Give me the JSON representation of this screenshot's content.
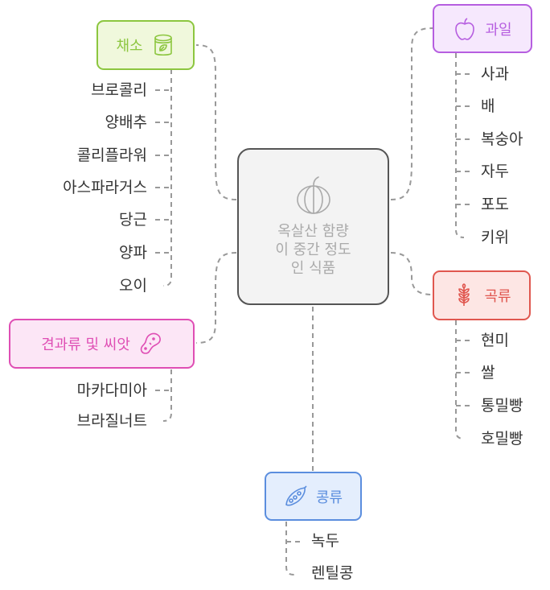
{
  "center": {
    "lines": [
      "옥살산 함량",
      "이 중간 정도",
      "인 식품"
    ],
    "icon": "pumpkin-icon"
  },
  "categories": {
    "vegetables": {
      "label": "채소",
      "icon": "can-icon",
      "color": "#8cc63f",
      "fill": "#f0f8dc",
      "items": [
        "브로콜리",
        "양배추",
        "콜리플라워",
        "아스파라거스",
        "당근",
        "양파",
        "오이"
      ]
    },
    "fruits": {
      "label": "과일",
      "icon": "apple-icon",
      "color": "#b65ee0",
      "fill": "#f6e8fd",
      "items": [
        "사과",
        "배",
        "복숭아",
        "자두",
        "포도",
        "키위"
      ]
    },
    "grains": {
      "label": "곡류",
      "icon": "wheat-icon",
      "color": "#e0574f",
      "fill": "#fde6e4",
      "items": [
        "현미",
        "쌀",
        "통밀빵",
        "호밀빵"
      ]
    },
    "nuts": {
      "label": "견과류 및 씨앗",
      "icon": "peanut-icon",
      "color": "#df4eb4",
      "fill": "#fce6f6",
      "items": [
        "마카다미아",
        "브라질너트"
      ]
    },
    "legumes": {
      "label": "콩류",
      "icon": "peapod-icon",
      "color": "#5b8ede",
      "fill": "#e4eefd",
      "items": [
        "녹두",
        "렌틸콩"
      ]
    }
  },
  "connector_color": "#999999"
}
